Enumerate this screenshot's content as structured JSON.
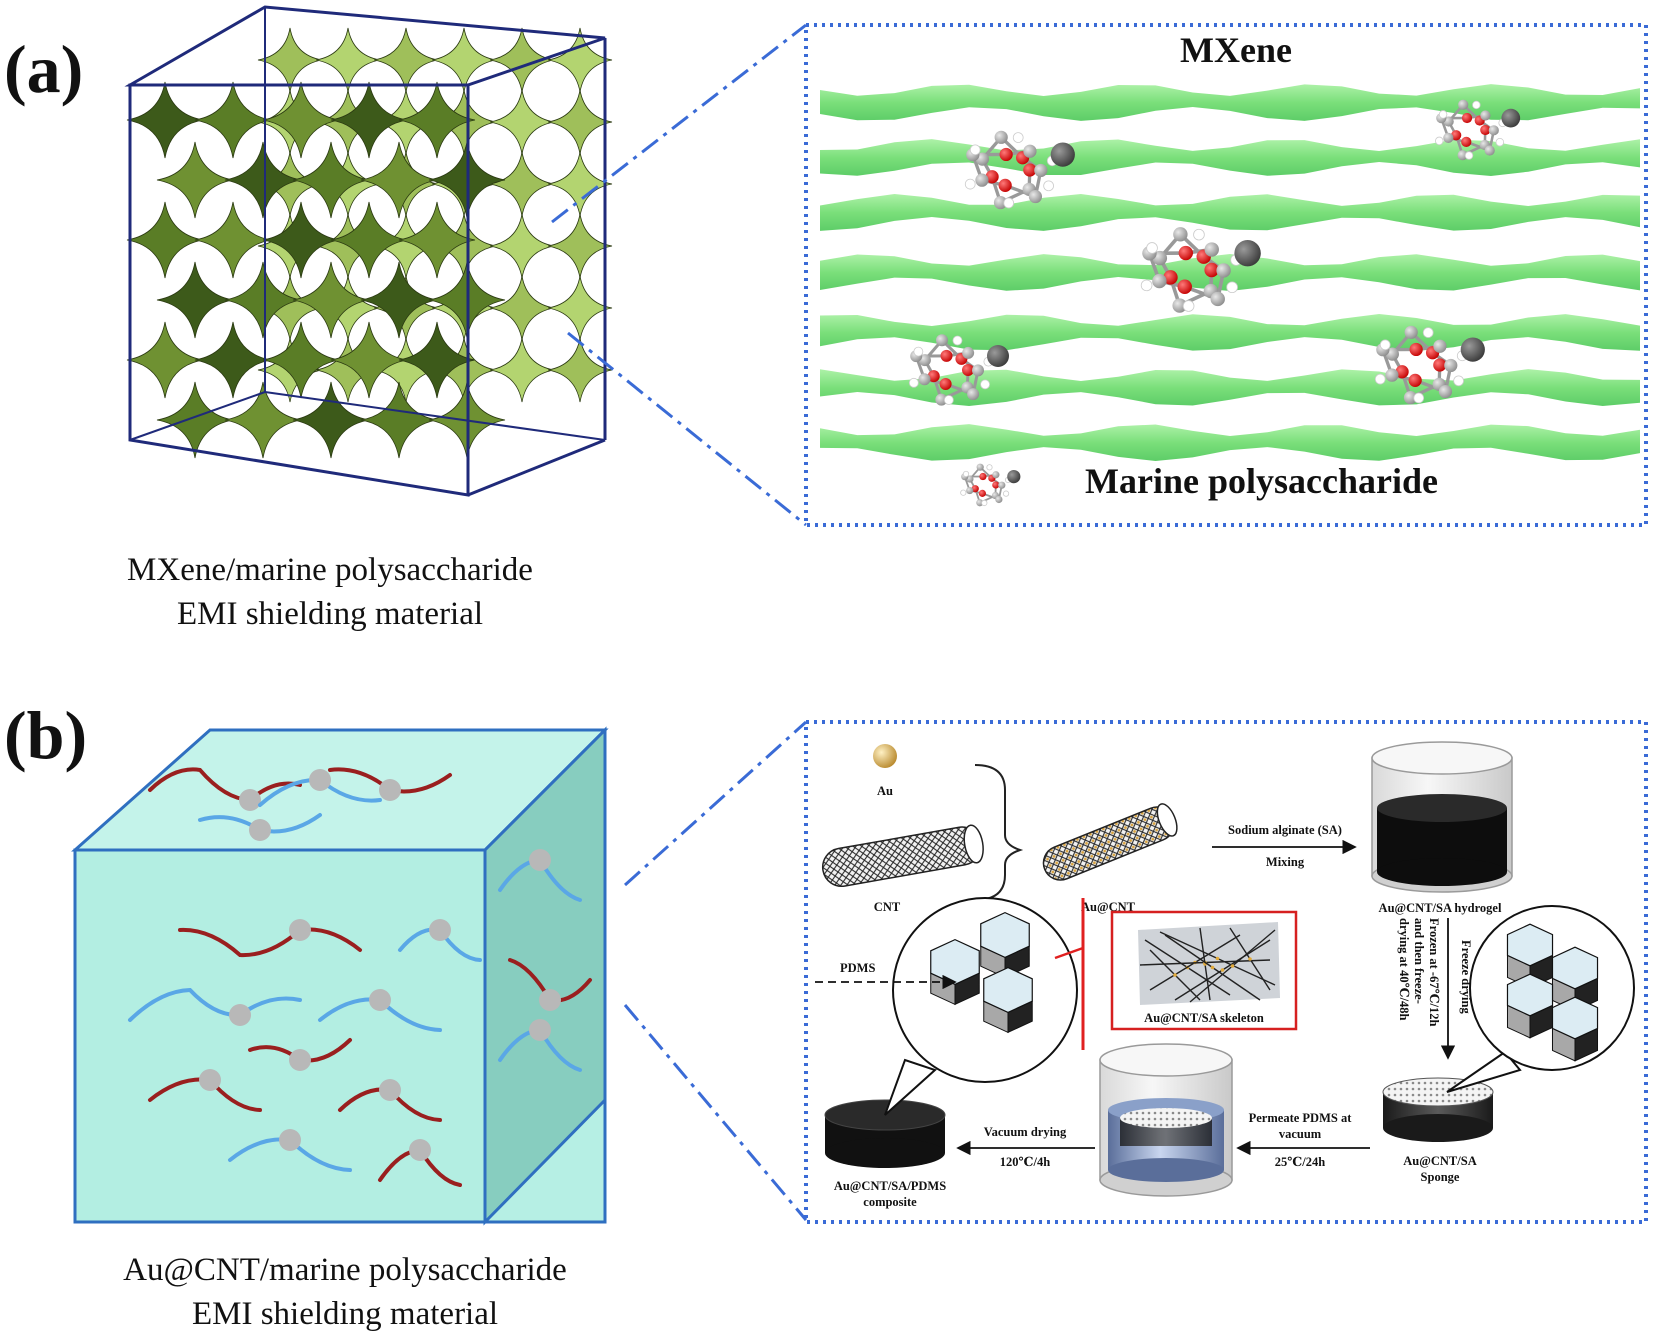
{
  "panel_a": {
    "label": "(a)",
    "caption_line1": "MXene/marine polysaccharide",
    "caption_line2": "EMI shielding material",
    "mxene_label": "MXene",
    "polysaccharide_label": "Marine polysaccharide"
  },
  "panel_b": {
    "label": "(b)",
    "caption_line1": "Au@CNT/marine polysaccharide",
    "caption_line2": "EMI shielding material",
    "process": {
      "au": "Au",
      "cnt": "CNT",
      "au_cnt": "Au@CNT",
      "mixing_top": "Sodium alginate (SA)",
      "mixing_bottom": "Mixing",
      "hydrogel": "Au@CNT/SA  hydrogel",
      "freeze_drying": "Freeze drying",
      "frozen_line1": "Frozen at -67℃/12h",
      "frozen_line2": "and    then    freeze-",
      "frozen_line3": "drying at 40℃/48h",
      "sponge_line1": "Au@CNT/SA",
      "sponge_line2": "Sponge",
      "permeate_line1": "Permeate PDMS at",
      "permeate_line2": "vacuum",
      "permeate_line3": "25℃/24h",
      "vacuum_top": "Vacuum drying",
      "vacuum_bottom": "120℃/4h",
      "composite_line1": "Au@CNT/SA/PDMS",
      "composite_line2": "composite",
      "skeleton": "Au@CNT/SA  skeleton",
      "pdms": "PDMS"
    }
  },
  "colors": {
    "cube_frame": "#1f2a7a",
    "mxene_sheet": "#7ee07e",
    "dotted_border": "#3a6bd6",
    "cube_face": "#b6efe4",
    "chain_red": "#9a1f1f",
    "chain_blue": "#5aa7e6",
    "particle": "#b8b8b8",
    "oxygen": "#e01a1a"
  }
}
